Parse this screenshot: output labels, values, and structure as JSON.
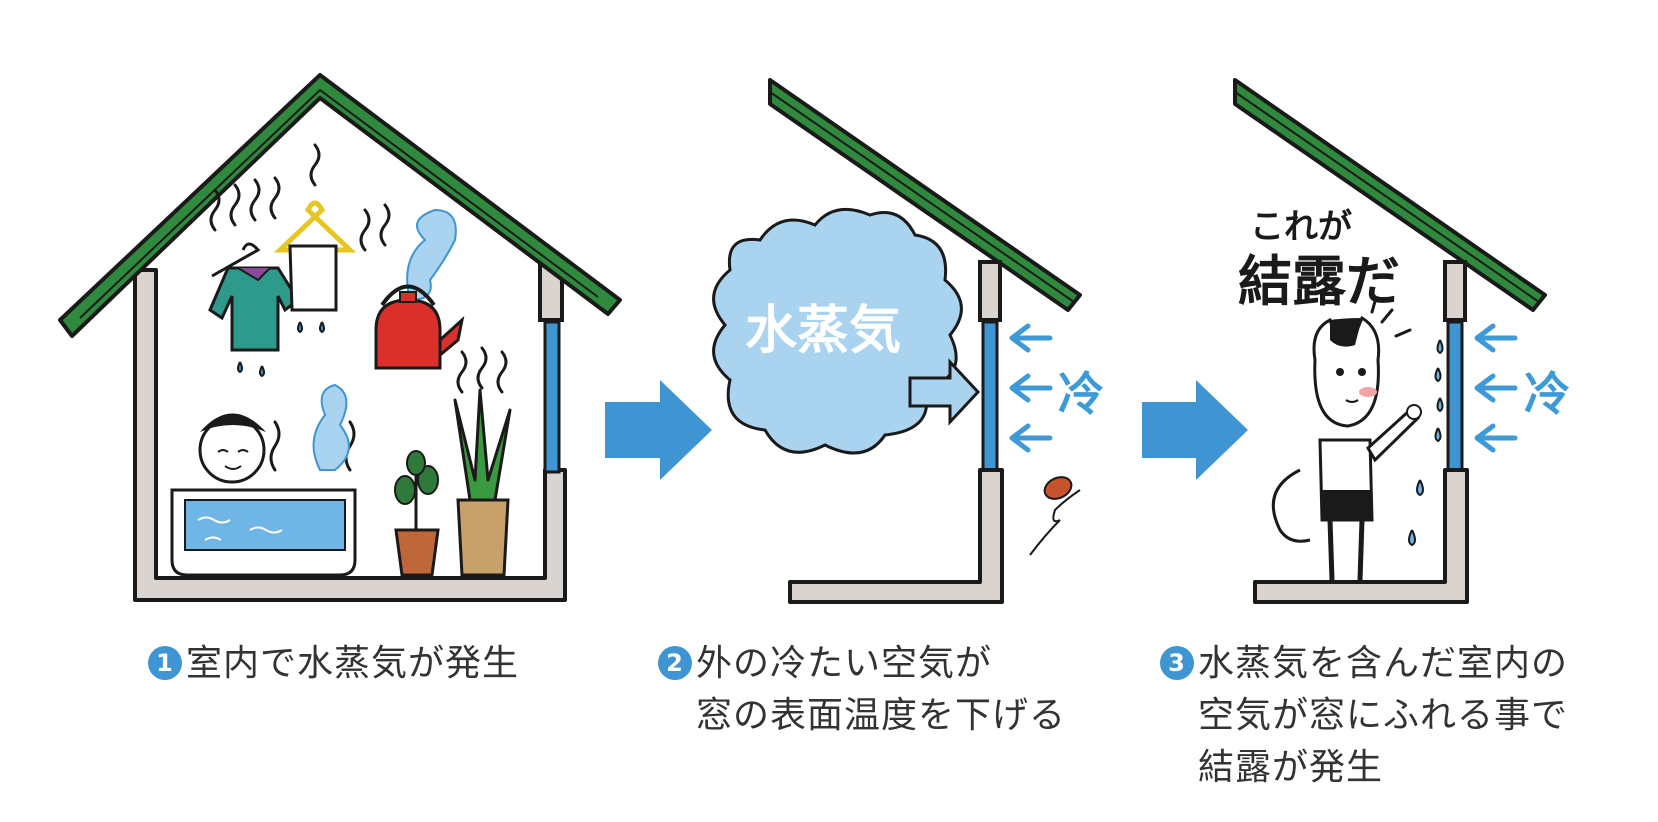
{
  "steps": [
    {
      "number": "1",
      "lines": [
        "室内で水蒸気が発生"
      ]
    },
    {
      "number": "2",
      "lines": [
        "外の冷たい空気が",
        "窓の表面温度を下げる"
      ]
    },
    {
      "number": "3",
      "lines": [
        "水蒸気を含んだ室内の",
        "空気が窓にふれる事で",
        "結露が発生"
      ]
    }
  ],
  "labels": {
    "vapor": "水蒸気",
    "cold_1": "冷",
    "cold_2": "冷",
    "exclaim_small": "これが",
    "exclaim_big": "結露だ"
  },
  "colors": {
    "roof": "#2f8a3e",
    "wall": "#d9d4cf",
    "outline": "#1a1a1a",
    "arrow": "#3e95d2",
    "vapor_cloud": "#a9d3ef",
    "cold": "#3e9ad6",
    "water": "#6fb5e6",
    "kettle": "#d9302c",
    "shirt": "#2d9a8c",
    "pot": "#c0673a"
  }
}
